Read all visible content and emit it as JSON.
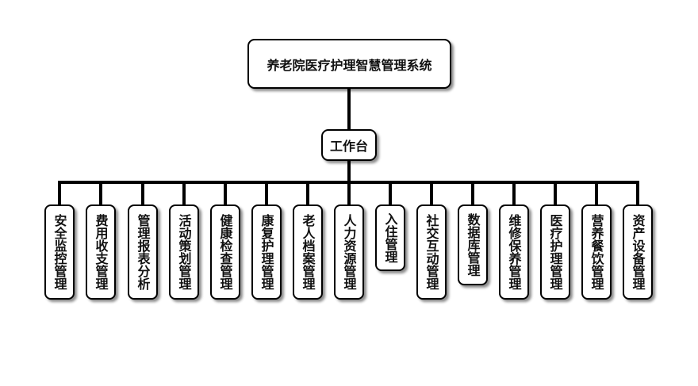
{
  "root": {
    "label": "养老院医疗护理智慧管理系统"
  },
  "hub": {
    "label": "工作台"
  },
  "modules": [
    {
      "label": "安全监控管理"
    },
    {
      "label": "费用收支管理"
    },
    {
      "label": "管理报表分析"
    },
    {
      "label": "活动策划管理"
    },
    {
      "label": "健康检查管理"
    },
    {
      "label": "康复护理管理"
    },
    {
      "label": "老人档案管理"
    },
    {
      "label": "人力资源管理"
    },
    {
      "label": "入住管理"
    },
    {
      "label": "社交互动管理"
    },
    {
      "label": "数据库管理"
    },
    {
      "label": "维修保养管理"
    },
    {
      "label": "医疗护理管理"
    },
    {
      "label": "营养餐饮管理"
    },
    {
      "label": "资产设备管理"
    }
  ],
  "colors": {
    "line": "#000000",
    "box_border": "#000000",
    "box_fill": "#ffffff",
    "text": "#111111"
  }
}
